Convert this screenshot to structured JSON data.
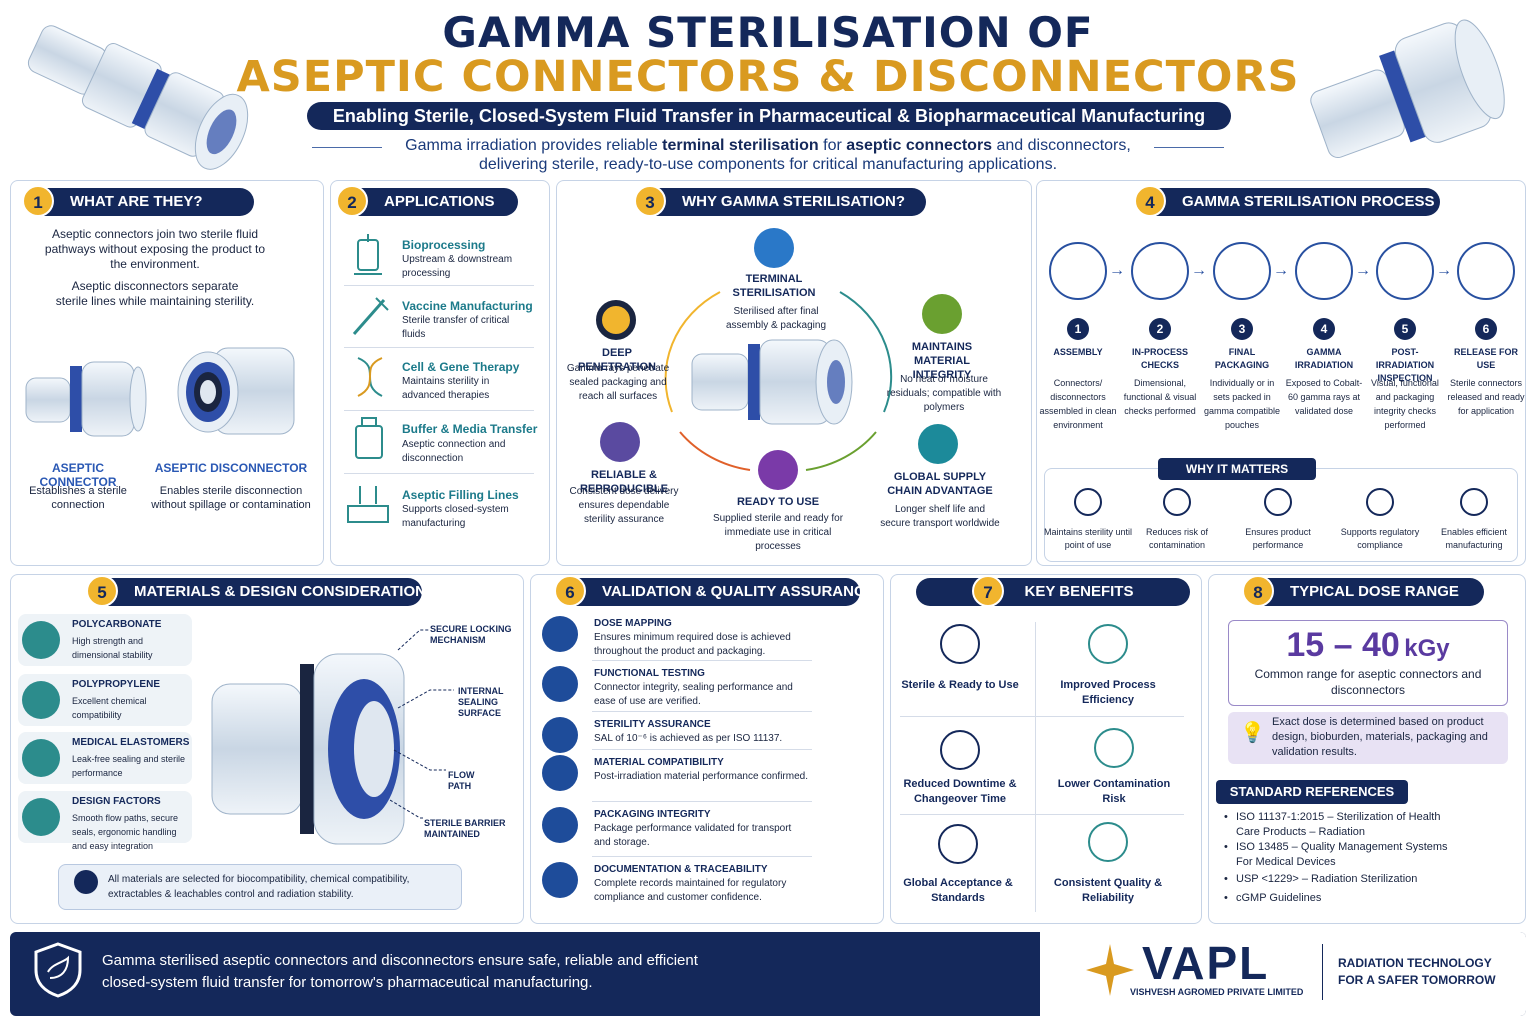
{
  "title": {
    "line1": "GAMMA STERILISATION OF",
    "line2": "ASEPTIC CONNECTORS & DISCONNECTORS",
    "subtitle": "Enabling Sterile, Closed-System Fluid Transfer in Pharmaceutical & Biopharmaceutical Manufacturing",
    "intro_a": "Gamma irradiation provides reliable ",
    "intro_b": "terminal sterilisation",
    "intro_c": " for ",
    "intro_d": "aseptic connectors",
    "intro_e": " and disconnectors,",
    "intro_line2": "delivering sterile, ready-to-use components for critical manufacturing applications."
  },
  "s1": {
    "num": "1",
    "heading": "WHAT ARE THEY?",
    "p1": "Aseptic connectors join two sterile fluid pathways without exposing the product to the environment.",
    "p2": "Aseptic disconnectors separate sterile lines while maintaining sterility.",
    "c_label": "ASEPTIC CONNECTOR",
    "c_desc": "Establishes a sterile connection",
    "d_label": "ASEPTIC DISCONNECTOR",
    "d_desc": "Enables sterile disconnection without spillage or contamination"
  },
  "s2": {
    "num": "2",
    "heading": "APPLICATIONS",
    "items": [
      {
        "title": "Bioprocessing",
        "desc": "Upstream & downstream processing"
      },
      {
        "title": "Vaccine Manufacturing",
        "desc": "Sterile transfer of critical fluids"
      },
      {
        "title": "Cell & Gene Therapy",
        "desc": "Maintains sterility in advanced therapies"
      },
      {
        "title": "Buffer & Media Transfer",
        "desc": "Aseptic connection and disconnection"
      },
      {
        "title": "Aseptic Filling Lines",
        "desc": "Supports closed-system manufacturing"
      }
    ]
  },
  "s3": {
    "num": "3",
    "heading": "WHY GAMMA STERILISATION?",
    "terminal_t": "TERMINAL STERILISATION",
    "terminal_d": "Sterilised after final assembly & packaging",
    "deep_t": "DEEP PENETRATION",
    "deep_d": "Gamma rays penetrate sealed packaging and reach all surfaces",
    "integ_t": "MAINTAINS MATERIAL INTEGRITY",
    "integ_d": "No heat or moisture residuals; compatible with polymers",
    "reli_t": "RELIABLE & REPRODUCIBLE",
    "reli_d": "Consistent dose delivery ensures dependable sterility assurance",
    "ready_t": "READY TO USE",
    "ready_d": "Supplied sterile and ready for immediate use in critical processes",
    "global_t": "GLOBAL SUPPLY CHAIN ADVANTAGE",
    "global_d": "Longer shelf life and secure transport worldwide"
  },
  "s4": {
    "num": "4",
    "heading": "GAMMA STERILISATION PROCESS",
    "steps": [
      {
        "n": "1",
        "title": "ASSEMBLY",
        "desc": "Connectors/ disconnectors assembled in clean environment"
      },
      {
        "n": "2",
        "title": "IN-PROCESS CHECKS",
        "desc": "Dimensional, functional & visual checks performed"
      },
      {
        "n": "3",
        "title": "FINAL PACKAGING",
        "desc": "Individually or in sets packed in gamma compatible pouches"
      },
      {
        "n": "4",
        "title": "GAMMA IRRADIATION",
        "desc": "Exposed to Cobalt-60 gamma rays at validated dose"
      },
      {
        "n": "5",
        "title": "POST-IRRADIATION INSPECTION",
        "desc": "Visual, functional and packaging integrity checks performed"
      },
      {
        "n": "6",
        "title": "RELEASE FOR USE",
        "desc": "Sterile connectors released and ready for application"
      }
    ],
    "why_heading": "WHY IT MATTERS",
    "why": [
      "Maintains sterility until point of use",
      "Reduces risk of contamination",
      "Ensures product performance",
      "Supports regulatory compliance",
      "Enables efficient manufacturing"
    ]
  },
  "s5": {
    "num": "5",
    "heading": "MATERIALS & DESIGN CONSIDERATIONS",
    "items": [
      {
        "title": "POLYCARBONATE",
        "desc": "High strength and dimensional stability"
      },
      {
        "title": "POLYPROPYLENE",
        "desc": "Excellent chemical compatibility"
      },
      {
        "title": "MEDICAL ELASTOMERS",
        "desc": "Leak-free sealing and sterile performance"
      },
      {
        "title": "DESIGN FACTORS",
        "desc": "Smooth flow paths, secure seals, ergonomic handling and easy integration"
      }
    ],
    "callouts": [
      "SECURE LOCKING MECHANISM",
      "INTERNAL SEALING SURFACE",
      "FLOW PATH",
      "STERILE BARRIER MAINTAINED"
    ],
    "note": "All materials are selected for biocompatibility, chemical compatibility, extractables & leachables control and radiation stability."
  },
  "s6": {
    "num": "6",
    "heading": "VALIDATION & QUALITY ASSURANCE",
    "items": [
      {
        "title": "DOSE MAPPING",
        "desc": "Ensures minimum required dose is achieved throughout the product and packaging."
      },
      {
        "title": "FUNCTIONAL TESTING",
        "desc": "Connector integrity, sealing performance and ease of use are verified."
      },
      {
        "title": "STERILITY ASSURANCE",
        "desc": "SAL of 10⁻⁶ is achieved as per ISO 11137."
      },
      {
        "title": "MATERIAL COMPATIBILITY",
        "desc": "Post-irradiation material performance confirmed."
      },
      {
        "title": "PACKAGING INTEGRITY",
        "desc": "Package performance validated for transport and storage."
      },
      {
        "title": "DOCUMENTATION & TRACEABILITY",
        "desc": "Complete records maintained for regulatory compliance and customer confidence."
      }
    ]
  },
  "s7": {
    "num": "7",
    "heading": "KEY BENEFITS",
    "items": [
      "Sterile & Ready to Use",
      "Improved Process Efficiency",
      "Reduced Downtime & Changeover Time",
      "Lower Contamination Risk",
      "Global Acceptance & Standards",
      "Consistent Quality & Reliability"
    ]
  },
  "s8": {
    "num": "8",
    "heading": "TYPICAL DOSE RANGE",
    "dose": "15 – 40",
    "unit": "kGy",
    "dose_desc": "Common range for aseptic connectors and disconnectors",
    "note": "Exact dose is determined based on product design, bioburden, materials, packaging and validation results.",
    "ref_heading": "STANDARD REFERENCES",
    "refs": [
      "ISO 11137-1:2015 – Sterilization of Health Care Products – Radiation",
      "ISO 13485 – Quality Management Systems For Medical Devices",
      "USP <1229> – Radiation Sterilization",
      "cGMP Guidelines"
    ]
  },
  "footer": {
    "line1": "Gamma sterilised aseptic connectors and disconnectors ensure safe, reliable and efficient",
    "line2": "closed-system fluid transfer for tomorrow's pharmaceutical manufacturing.",
    "brand": "VAPL",
    "brand_full": "VISHVESH AGROMED PRIVATE LIMITED",
    "tag1": "RADIATION TECHNOLOGY",
    "tag2": "FOR A SAFER TOMORROW"
  },
  "colors": {
    "navy": "#14285a",
    "gold": "#d99a20",
    "teal": "#1c7a8a",
    "blue": "#2850a0"
  }
}
